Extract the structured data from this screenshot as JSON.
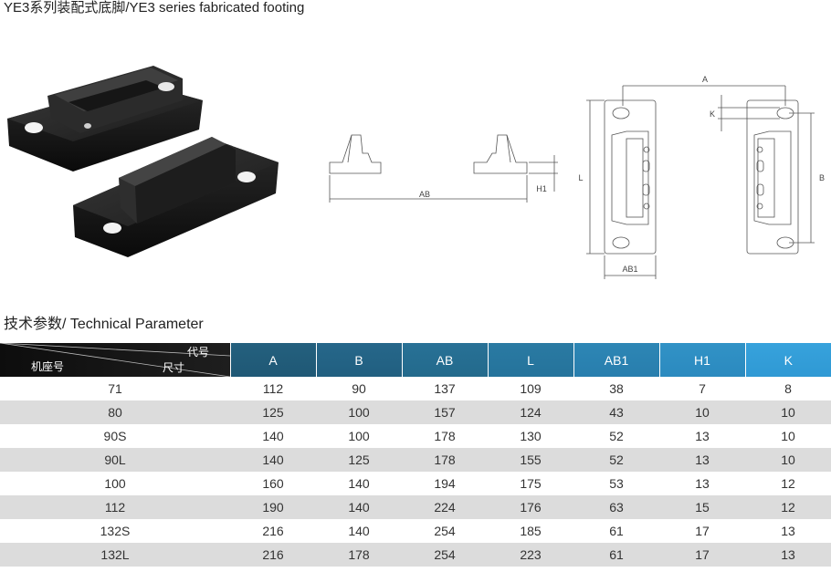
{
  "header": {
    "title": "YE3系列装配式底脚/YE3 series fabricated footing"
  },
  "section": {
    "title": "技术参数/ Technical Parameter"
  },
  "diagram": {
    "labels": {
      "ab": "AB",
      "h1": "H1",
      "a": "A",
      "k": "K",
      "b": "B",
      "l": "L",
      "ab1": "AB1"
    }
  },
  "table": {
    "corner": {
      "code": "代号",
      "size": "尺寸",
      "frame": "机座号"
    },
    "columns": [
      "A",
      "B",
      "AB",
      "L",
      "AB1",
      "H1",
      "K"
    ],
    "rows": [
      {
        "frame": "71",
        "values": [
          "112",
          "90",
          "137",
          "109",
          "38",
          "7",
          "8"
        ]
      },
      {
        "frame": "80",
        "values": [
          "125",
          "100",
          "157",
          "124",
          "43",
          "10",
          "10"
        ]
      },
      {
        "frame": "90S",
        "values": [
          "140",
          "100",
          "178",
          "130",
          "52",
          "13",
          "10"
        ]
      },
      {
        "frame": "90L",
        "values": [
          "140",
          "125",
          "178",
          "155",
          "52",
          "13",
          "10"
        ]
      },
      {
        "frame": "100",
        "values": [
          "160",
          "140",
          "194",
          "175",
          "53",
          "13",
          "12"
        ]
      },
      {
        "frame": "112",
        "values": [
          "190",
          "140",
          "224",
          "176",
          "63",
          "15",
          "12"
        ]
      },
      {
        "frame": "132S",
        "values": [
          "216",
          "140",
          "254",
          "185",
          "61",
          "17",
          "13"
        ]
      },
      {
        "frame": "132L",
        "values": [
          "216",
          "178",
          "254",
          "223",
          "61",
          "17",
          "13"
        ]
      }
    ]
  }
}
